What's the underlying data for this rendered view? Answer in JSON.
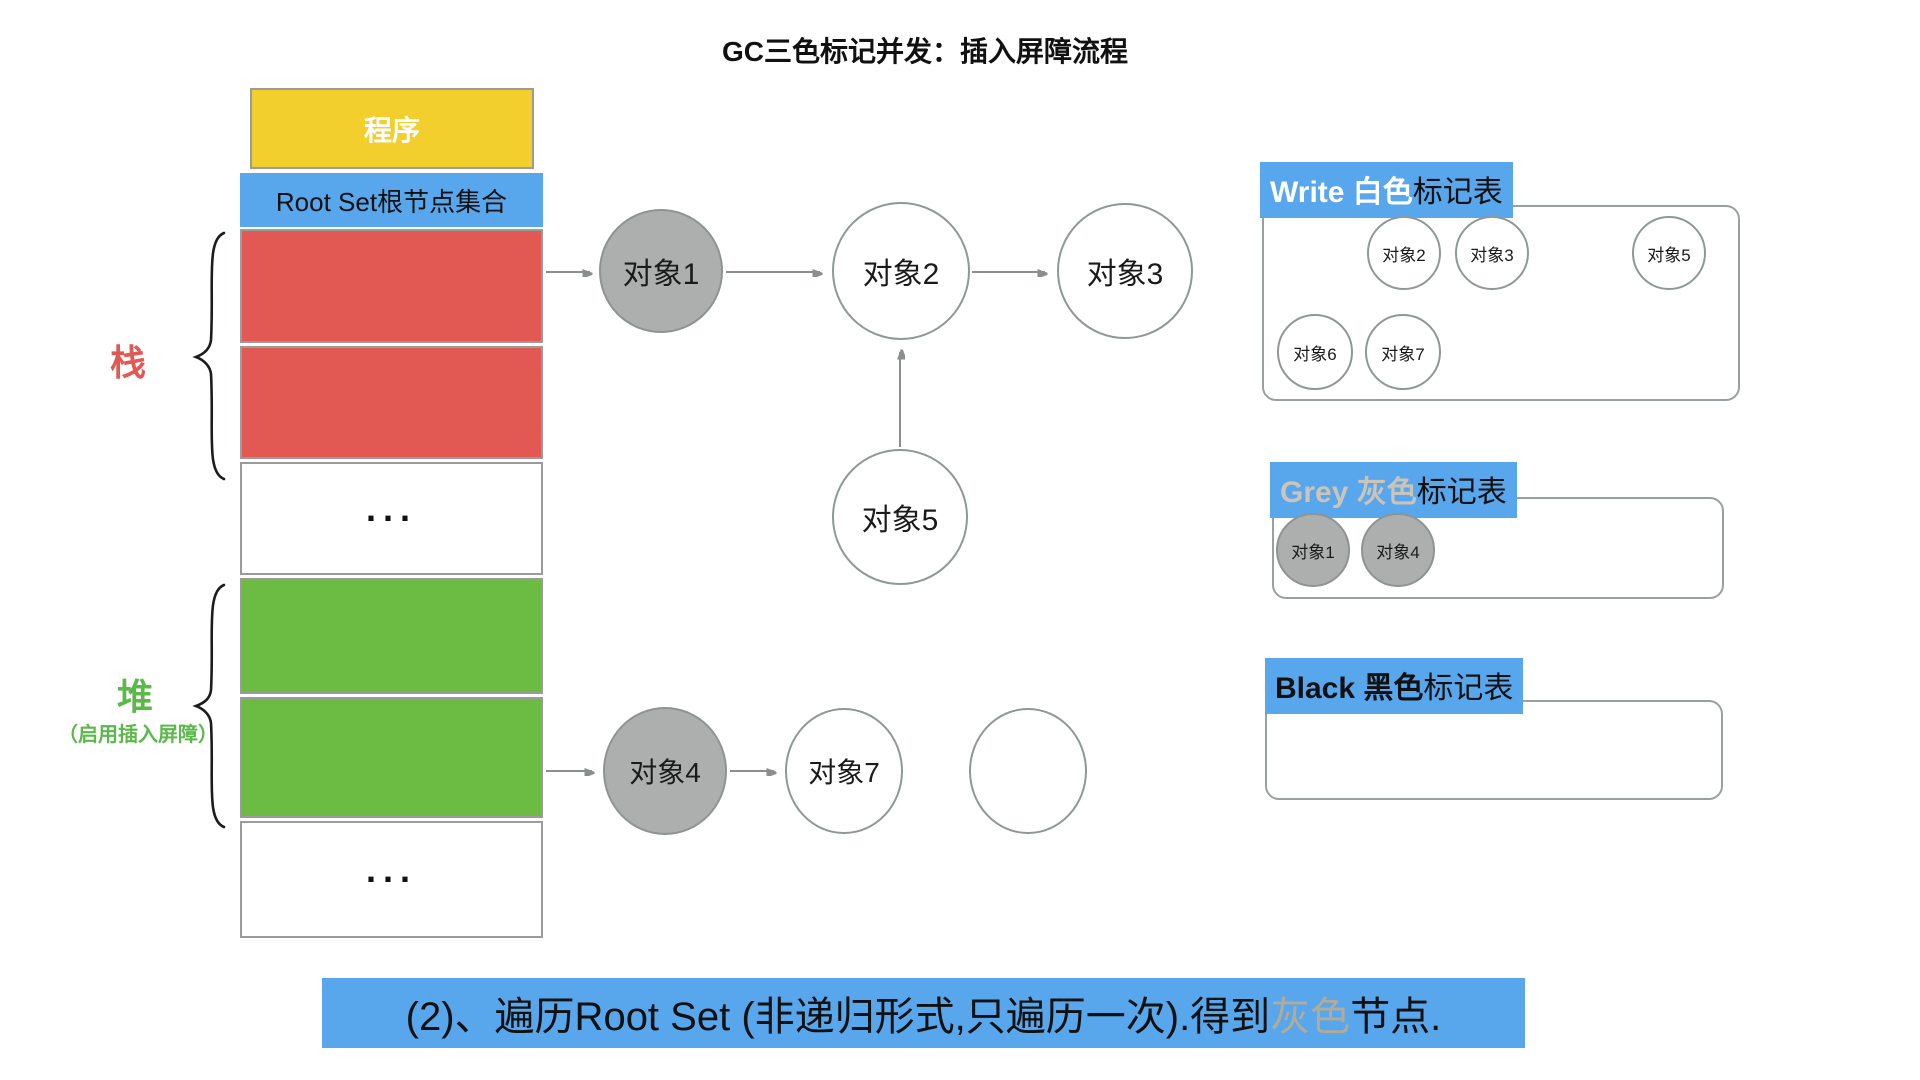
{
  "title": "GC三色标记并发：插入屏障流程",
  "memory": {
    "program": "程序",
    "root_set": "Root Set根节点集合",
    "stack_label": "栈",
    "heap_label": "堆",
    "heap_note": "（启用插入屏障）",
    "ellipsis": "..."
  },
  "nodes": {
    "obj1": "对象1",
    "obj2": "对象2",
    "obj3": "对象3",
    "obj4": "对象4",
    "obj5": "对象5",
    "obj6": "对象6",
    "obj7": "对象7"
  },
  "tables": {
    "white": {
      "title_strong": "Write 白色",
      "title_rest": "标记表",
      "row1": [
        "对象2",
        "对象3",
        "对象5"
      ],
      "row2": [
        "对象6",
        "对象7"
      ]
    },
    "grey": {
      "title_strong": "Grey 灰色",
      "title_rest": "标记表",
      "row1": [
        "对象1",
        "对象4"
      ]
    },
    "black": {
      "title_strong": "Black 黑色",
      "title_rest": "标记表"
    }
  },
  "caption": {
    "pre": "(2)、遍历Root Set (非递归形式,只遍历一次).得到",
    "highlight": "灰色",
    "post": "节点."
  },
  "colors": {
    "blue": "#58A6EC",
    "red": "#E25852",
    "green": "#6CBC44",
    "yellow": "#F2CF2D",
    "grey_node_fill": "#ACAFAE",
    "grey_highlight_text": "#BCB4A6",
    "arrow": "#8a8e8f"
  }
}
